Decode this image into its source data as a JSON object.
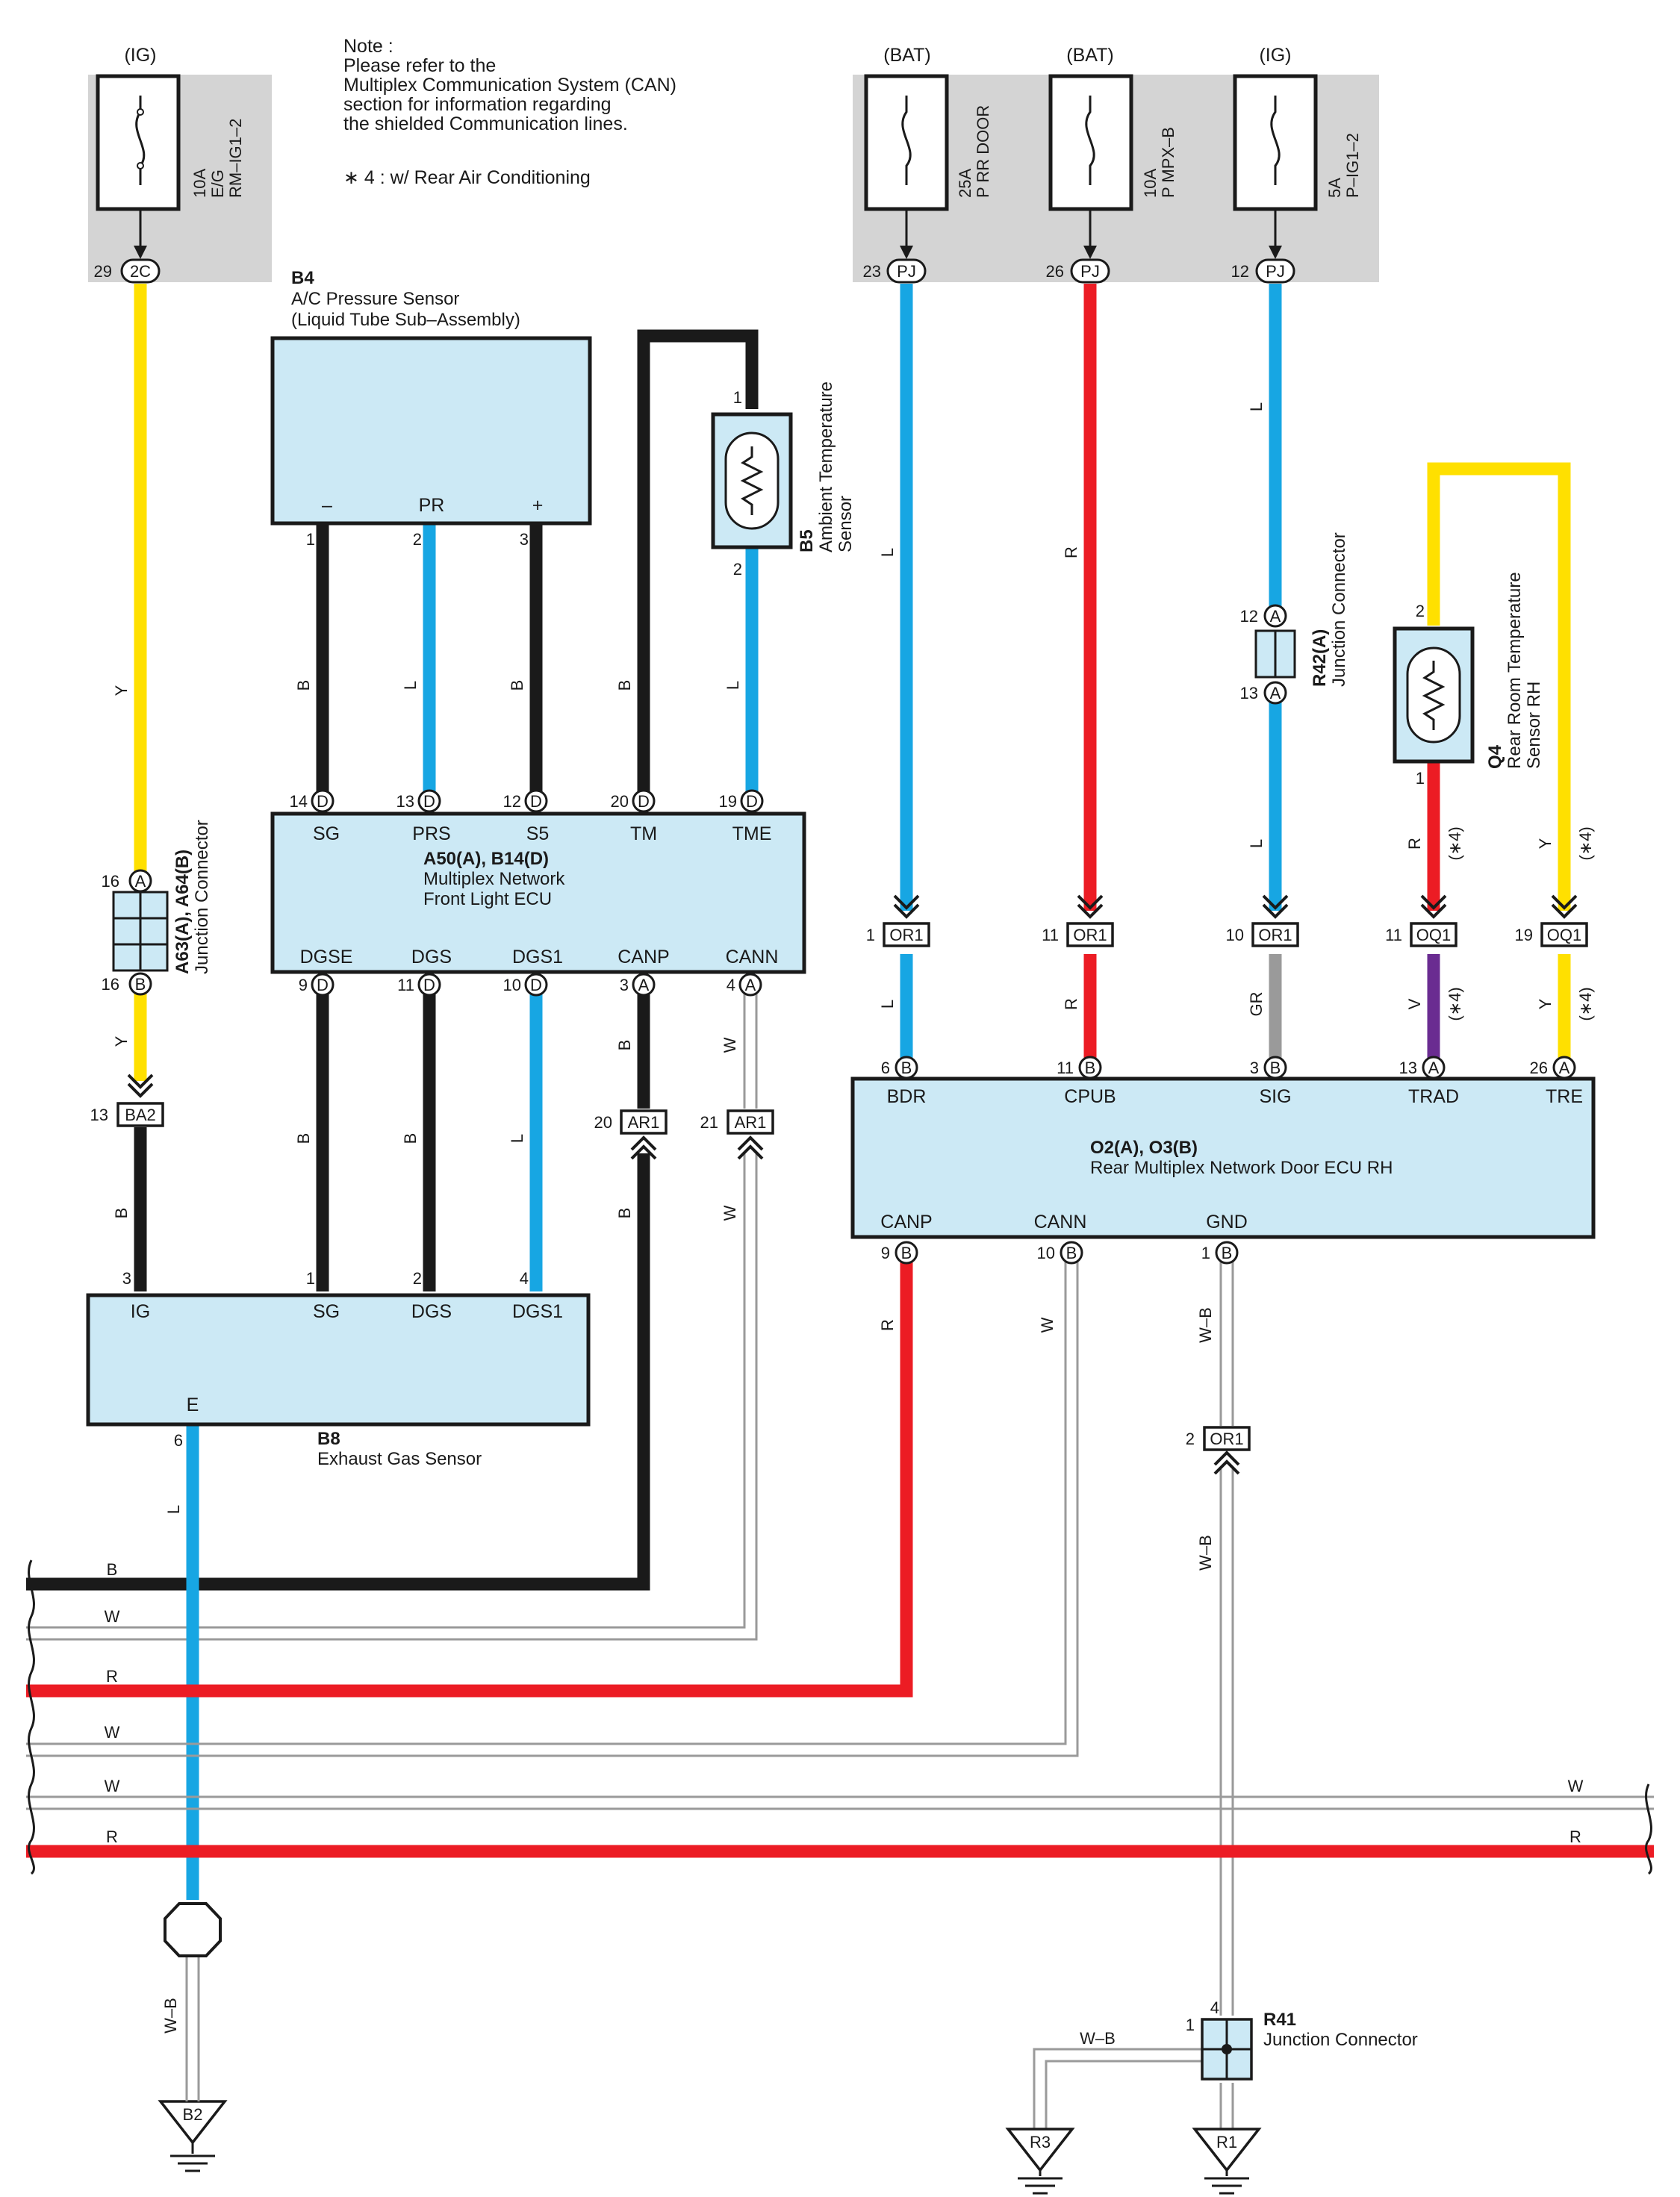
{
  "note": {
    "lines": [
      "Note :",
      "Please refer to the",
      "Multiplex Communication System (CAN)",
      "section for information regarding",
      "the shielded Communication lines."
    ],
    "footnote": "∗ 4 : w/ Rear Air Conditioning"
  },
  "power_labels": {
    "ig_left": "(IG)",
    "bat1": "(BAT)",
    "bat2": "(BAT)",
    "ig_right": "(IG)"
  },
  "fuses": {
    "eg": [
      "10A",
      "E/G",
      "RM–IG1–2"
    ],
    "pr_door": [
      "25A",
      "P RR DOOR"
    ],
    "mpx": [
      "10A",
      "P MPX–B"
    ],
    "ig1": [
      "5A",
      "P–IG1–2"
    ]
  },
  "components": {
    "b4": {
      "id": "B4",
      "name": "A/C Pressure Sensor",
      "name2": "(Liquid Tube Sub–Assembly)",
      "term_minus": "–",
      "term_pr": "PR",
      "term_plus": "+"
    },
    "b5": {
      "id": "B5",
      "name": "Ambient Temperature",
      "name2": "Sensor"
    },
    "a50": {
      "id": "A50(A), B14(D)",
      "name": "Multiplex Network",
      "name2": "Front Light ECU",
      "top_terms": [
        "SG",
        "PRS",
        "S5",
        "TM",
        "TME"
      ],
      "bottom_terms": [
        "DGSE",
        "DGS",
        "DGS1",
        "CANP",
        "CANN"
      ]
    },
    "a63": {
      "id": "A63(A), A64(B)",
      "name": "Junction Connector"
    },
    "b8": {
      "id": "B8",
      "name": "Exhaust Gas Sensor",
      "terms": [
        "IG",
        "SG",
        "DGS",
        "DGS1"
      ],
      "term_e": "E"
    },
    "r42": {
      "id": "R42(A)",
      "name": "Junction Connector"
    },
    "q4": {
      "id": "Q4",
      "name": "Rear Room Temperature",
      "name2": "Sensor RH"
    },
    "o2": {
      "id": "O2(A), O3(B)",
      "name": "Rear Multiplex Network Door ECU RH",
      "top_terms": [
        "BDR",
        "CPUB",
        "SIG",
        "TRAD",
        "TRE"
      ],
      "bottom_terms": [
        "CANP",
        "CANN",
        "GND"
      ]
    },
    "r41": {
      "id": "R41",
      "name": "Junction Connector"
    }
  },
  "connectors": {
    "c2c": "2C",
    "cpj": "PJ",
    "cba2": "BA2",
    "car1": "AR1",
    "cor1": "OR1",
    "coq1": "OQ1",
    "pinA": "A",
    "pinB": "B",
    "pinD": "D"
  },
  "pins": {
    "p29": "29",
    "p23": "23",
    "p26": "26",
    "p12": "12",
    "b4_1": "1",
    "b4_2": "2",
    "b4_3": "3",
    "b5_1": "1",
    "b5_2": "2",
    "a50_14": "14",
    "a50_13": "13",
    "a50_12": "12",
    "a50_20": "20",
    "a50_19": "19",
    "a50_9": "9",
    "a50_11": "11",
    "a50_10": "10",
    "a50_3": "3",
    "a50_4": "4",
    "a63_16a": "16",
    "a63_16b": "16",
    "ba2_13": "13",
    "ar1_20": "20",
    "ar1_21": "21",
    "b8_3": "3",
    "b8_1": "1",
    "b8_2": "2",
    "b8_4": "4",
    "b8_6": "6",
    "r42_12": "12",
    "r42_13": "13",
    "q4_2": "2",
    "q4_1": "1",
    "or1_1": "1",
    "or1_11": "11",
    "or1_10": "10",
    "oq1_11": "11",
    "oq1_19": "19",
    "o2_6": "6",
    "o2_11": "11",
    "o2_3": "3",
    "o2_13": "13",
    "o2_26": "26",
    "o2_9": "9",
    "o2_10": "10",
    "o2_1": "1",
    "or1_2": "2",
    "r41_4": "4",
    "r41_1": "1"
  },
  "wire_labels": {
    "y": "Y",
    "b": "B",
    "l": "L",
    "r": "R",
    "w": "W",
    "gr": "GR",
    "v": "V",
    "wb": "W–B",
    "star4": "(∗4)"
  },
  "grounds": {
    "b2": "B2",
    "r3": "R3",
    "r1": "R1"
  },
  "colors": {
    "yellow": "#ffe000",
    "black": "#1a1a1a",
    "blue": "#17a6e3",
    "red": "#ec1c24",
    "white_wire": "#9a9a9a",
    "gray": "#9a9a9a",
    "violet": "#6a2c91",
    "fuse_bg": "#d4d4d4",
    "box_fill": "#cce9f5"
  }
}
